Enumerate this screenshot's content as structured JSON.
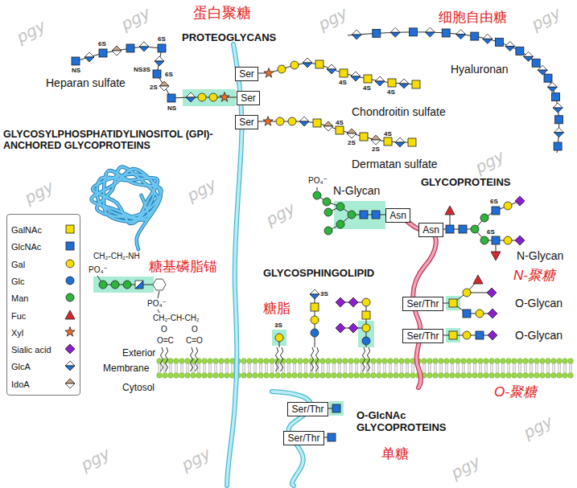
{
  "diagram": {
    "nodes": [
      {
        "text": [
          "Ser"
        ]
      },
      {
        "text": [
          "Ser"
        ]
      },
      {
        "text": [
          "Ser"
        ]
      },
      {
        "text": [
          "Asn"
        ]
      },
      {
        "text": [
          "Asn"
        ]
      },
      {
        "text": [
          "Ser/Thr"
        ]
      },
      {
        "text": [
          "Ser/Thr"
        ]
      },
      {
        "text": [
          "Ser/Thr"
        ]
      },
      {
        "text": [
          "Ser/Thr"
        ]
      }
    ],
    "labels": [
      "蛋白聚糖",
      "PROTEOGLYCANS",
      "细胞自由糖",
      "Heparan sulfate",
      "6S",
      "6S",
      "NS",
      "NS3S",
      "6S",
      "2S",
      "NS",
      "Hyaluronan",
      "Chondroitin sulfate",
      "4S",
      "4S",
      "4S",
      "Dermatan sulfate",
      "4S",
      "2S",
      "4S",
      "2S",
      "GLYCOSYLPHOSPHATIDYLINOSITOL (GPI)-ANCHORED GLYCOPROTEINS",
      "N-Glycan",
      "PO₄⁻",
      "GLYCOPROTEINS",
      "6S",
      "6S",
      "N-Glycan",
      "N-聚糖",
      "CH₂-CH₂-NH",
      "糖基磷脂锚",
      "PO₄⁻",
      "PO₄⁻",
      "CH₂-CH-CH₂",
      "O",
      "O",
      "O=C",
      "C=O",
      "GLYCOSPHINGOLIPID",
      "3S",
      "糖脂",
      "3S",
      "O-Glycan",
      "O-Glycan",
      "Exterior",
      "Membrane",
      "Cytosol",
      "O-聚糖",
      "O-GlcNAc GLYCOPROTEINS",
      "单糖",
      "pgy",
      "pgy",
      "pgy",
      "pgy",
      "pgy",
      "pgy",
      "pgy",
      "pgy",
      "pgy",
      "pgy",
      "pgy",
      "pgy"
    ],
    "legend": [
      {
        "text": "GalNAc"
      },
      {
        "text": "GlcNAc"
      },
      {
        "text": "Gal"
      },
      {
        "text": "Glc"
      },
      {
        "text": "Man"
      },
      {
        "text": "Fuc"
      },
      {
        "text": "Xyl"
      },
      {
        "text": "Sialic acid"
      },
      {
        "text": "GlcA"
      },
      {
        "text": "IdoA"
      }
    ]
  }
}
